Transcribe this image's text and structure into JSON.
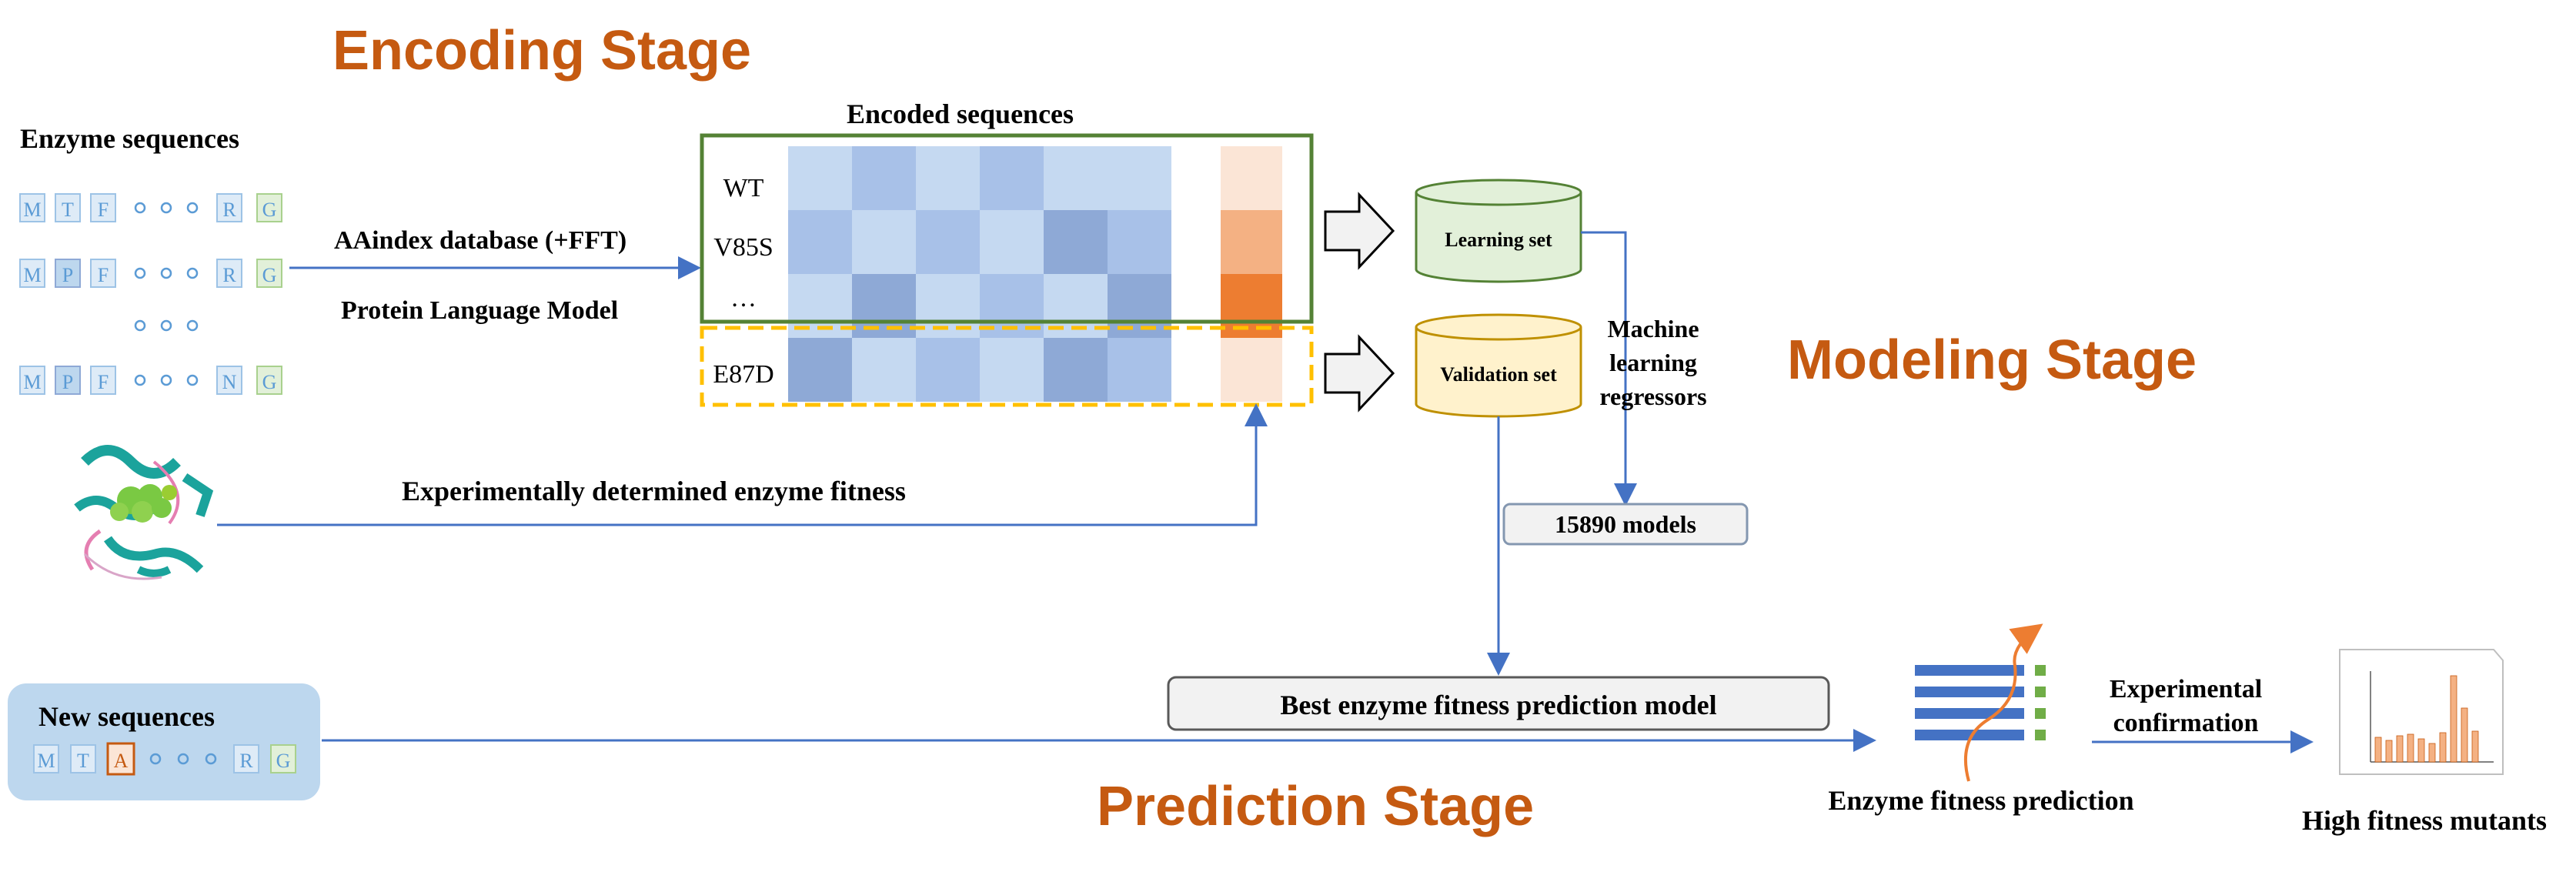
{
  "stages": {
    "encoding": "Encoding Stage",
    "modeling": "Modeling Stage",
    "prediction": "Prediction Stage"
  },
  "left": {
    "title": "Enzyme sequences",
    "seq1": [
      "M",
      "T",
      "F",
      "R",
      "G"
    ],
    "seq2": [
      "M",
      "P",
      "F",
      "R",
      "G"
    ],
    "seq3": [
      "M",
      "P",
      "F",
      "N",
      "G"
    ],
    "dots": "○ ○ ○",
    "fitness_label": "Experimentally determined enzyme fitness"
  },
  "encoding": {
    "method1": "AAindex database (+FFT)",
    "method2": "Protein Language Model",
    "heatmap_title": "Encoded sequences",
    "row_labels": [
      "WT",
      "V85S",
      "…",
      "E87D"
    ]
  },
  "modeling": {
    "learning_set": "Learning set",
    "validation_set": "Validation set",
    "regressors": [
      "Machine",
      "learning",
      "regressors"
    ],
    "models": "15890 models"
  },
  "prediction": {
    "new_sequences_title": "New sequences",
    "new_seq": [
      "M",
      "T",
      "A",
      "R",
      "G"
    ],
    "best_model": "Best enzyme fitness prediction model",
    "fitness_prediction": "Enzyme fitness prediction",
    "confirmation": [
      "Experimental",
      "confirmation"
    ],
    "high_fitness": "High fitness mutants"
  },
  "colors": {
    "stage_title": "#C55A11",
    "arrow": "#4472C4",
    "green_box": "#548235",
    "dashed_box": "#FFC000",
    "learning_fill": "#E2F0D9",
    "validation_fill": "#FFF2CC",
    "new_seq_fill": "#BDD7EE",
    "heat_light": "#C5D9F1",
    "heat_mid": "#A8C1E8",
    "heat_dark": "#8EA9D6",
    "orange_light": "#FBE5D6",
    "orange_mid": "#F4B183",
    "orange_dark": "#ED7D31"
  }
}
